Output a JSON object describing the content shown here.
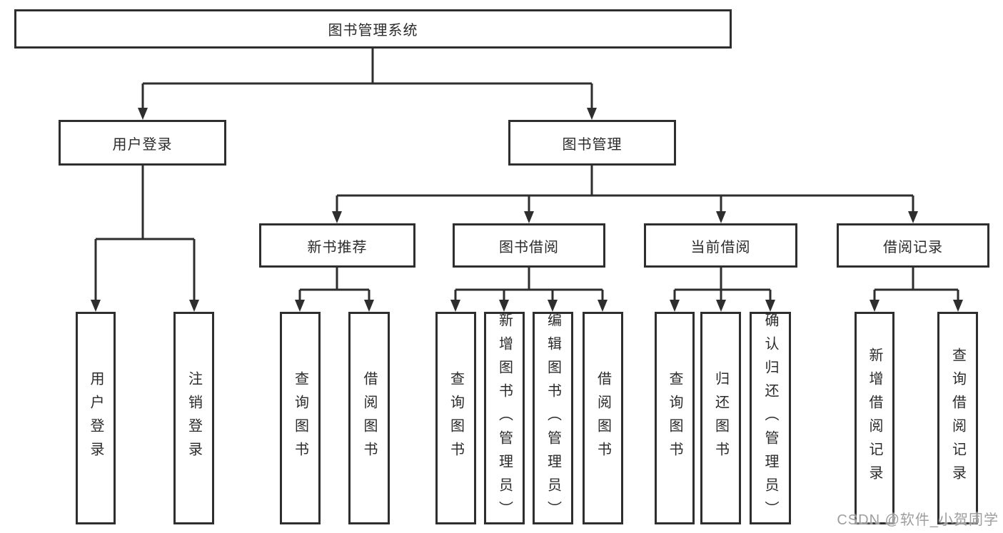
{
  "diagram": {
    "root": {
      "label": "图书管理系统"
    },
    "level2": [
      {
        "label": "用户登录"
      },
      {
        "label": "图书管理"
      }
    ],
    "level3": [
      {
        "label": "新书推荐"
      },
      {
        "label": "图书借阅"
      },
      {
        "label": "当前借阅"
      },
      {
        "label": "借阅记录"
      }
    ],
    "children": {
      "user_login": [
        {
          "label": "用户登录"
        },
        {
          "label": "注销登录"
        }
      ],
      "new_book": [
        {
          "label": "查询图书"
        },
        {
          "label": "借阅图书"
        }
      ],
      "book_borrow": [
        {
          "label": "查询图书"
        },
        {
          "label": "新增图书（管理员）"
        },
        {
          "label": "编辑图书（管理员）"
        },
        {
          "label": "借阅图书"
        }
      ],
      "current_borrow": [
        {
          "label": "查询图书"
        },
        {
          "label": "归还图书"
        },
        {
          "label": "确认归还（管理员）"
        }
      ],
      "borrow_record": [
        {
          "label": "新增借阅记录"
        },
        {
          "label": "查询借阅记录"
        }
      ]
    },
    "watermark": "CSDN @软件_小贺同学",
    "colors": {
      "line": "#2e2e2e",
      "text": "#2b2b2b",
      "background": "#ffffff",
      "watermark": "#949494"
    }
  }
}
